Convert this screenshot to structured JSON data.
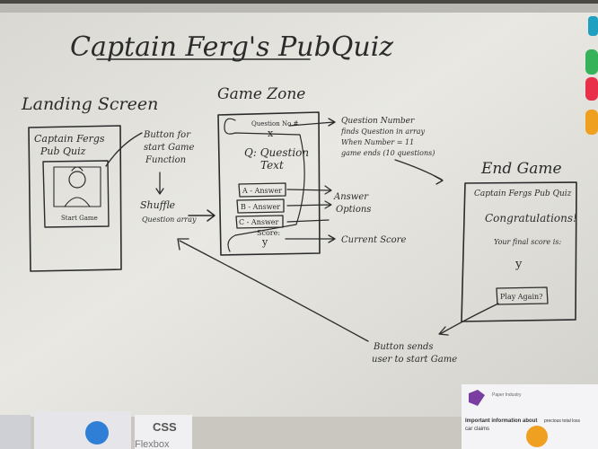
{
  "whiteboard": {
    "title": "Captain Ferg's PubQuiz",
    "landing": {
      "heading": "Landing Screen",
      "app_title_line1": "Captain Fergs",
      "app_title_line2": "Pub Quiz",
      "button": "Start Game",
      "note_lines": [
        "Button for",
        "start Game",
        "Function"
      ],
      "shuffle_lines": [
        "Shuffle",
        "Question array"
      ]
    },
    "game_zone": {
      "heading": "Game Zone",
      "question_number_label": "Question No #",
      "question_number_value": "x",
      "question_lines": [
        "Q: Question",
        "Text"
      ],
      "answers": [
        "A - Answer",
        "B - Answer",
        "C - Answer"
      ],
      "score_label": "Score:",
      "score_value": "y",
      "note_question_lines": [
        "Question Number",
        "finds Question in array",
        "When Number = 11",
        "game ends (10 questions)"
      ],
      "note_answer_lines": [
        "Answer",
        "Options"
      ],
      "note_score": "Current Score"
    },
    "end_game": {
      "heading": "End Game",
      "app_title": "Captain Fergs Pub Quiz",
      "congrats": "Congratulations!",
      "score_line": "Your final score is:",
      "score_value": "y",
      "button": "Play Again?",
      "note_lines": [
        "Button sends",
        "user to start Game"
      ]
    }
  },
  "notice": {
    "header_line1": "Paper Industry",
    "header_line2": "Important information about",
    "header_line3": "precious total loss",
    "header_line4": "car claims",
    "sticker": "CSS",
    "sticker_line2": "Flexbox"
  },
  "colors": {
    "magnet_blue": "#2f7fd6",
    "magnet_orange": "#f0a020",
    "magnet_red": "#e8304a",
    "magnet_green": "#35b25a",
    "magnet_teal": "#1fa0c0"
  }
}
